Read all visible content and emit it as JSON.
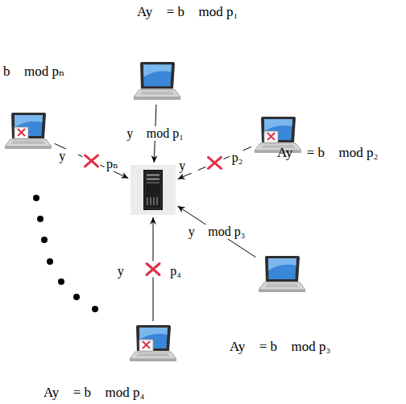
{
  "diagram": {
    "nodes": [
      {
        "text": [
          "Ay⃗ = b⃗ mod p₁"
        ]
      },
      {
        "text": [
          "b⃗ mod pₙ"
        ]
      },
      {
        "text": [
          "Ay⃗ = b⃗ mod p₂"
        ]
      },
      {
        "text": []
      },
      {
        "text": [
          "Ay⃗ = b⃗ mod p₃"
        ]
      },
      {
        "text": [
          "Ay⃗ = b⃗ mod p₄"
        ]
      }
    ],
    "edges": [
      {
        "from": 0,
        "to": 3,
        "arrow": "to",
        "label": "y⃗ mod p₁"
      },
      {
        "from": 1,
        "to": 3,
        "arrow": "to"
      },
      {
        "from": 2,
        "to": 3,
        "arrow": "to"
      },
      {
        "from": 4,
        "to": 3,
        "arrow": "to",
        "label": "y⃗ mod p₃"
      },
      {
        "from": 5,
        "to": 3,
        "arrow": "to"
      }
    ],
    "labels": [
      "y⃗",
      "pₙ",
      "y⃗",
      "p₂",
      "y⃗",
      "p₄"
    ]
  }
}
